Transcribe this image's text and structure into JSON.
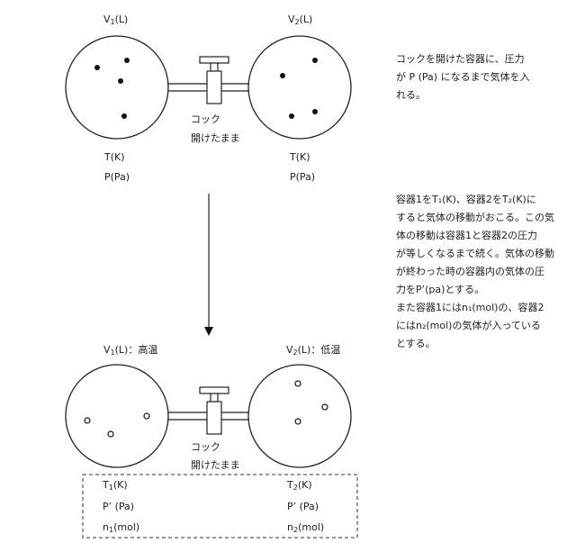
{
  "top": {
    "v1": {
      "main": "V",
      "sub": "1",
      "tail": "(L)"
    },
    "v2": {
      "main": "V",
      "sub": "2",
      "tail": "(L)"
    },
    "cock": "コック",
    "cock_state": "開けたまま",
    "t_left": "T(K)",
    "p_left": "P(Pa)",
    "t_right": "T(K)",
    "p_right": "P(Pa)"
  },
  "bottom": {
    "v1": {
      "main": "V",
      "sub": "1",
      "tail": "(L)：高温"
    },
    "v2": {
      "main": "V",
      "sub": "2",
      "tail": "(L)：低温"
    },
    "cock": "コック",
    "cock_state": "開けたまま",
    "t1": {
      "main": "T",
      "sub": "1",
      "tail": "(K)"
    },
    "t2": {
      "main": "T",
      "sub": "2",
      "tail": "(K)"
    },
    "p_left": "P’ (Pa)",
    "p_right": "P’ (Pa)",
    "n1": {
      "main": "n",
      "sub": "1",
      "tail": "(mol)"
    },
    "n2": {
      "main": "n",
      "sub": "2",
      "tail": "(mol)"
    }
  },
  "notes": {
    "note1": [
      "コックを開けた容器に、圧力",
      "が P (Pa) になるまで気体を入",
      "れる。"
    ],
    "note2": [
      "容器1をT₁(K)、容器2をT₂(K)に",
      "すると気体の移動がおこる。この気",
      "体の移動は容器1と容器2の圧力",
      "が等しくなるまで続く。気体の移動",
      "が終わった時の容器内の気体の圧",
      "力をP’(pa)とする。",
      "また容器1にはn₁(mol)の、容器2",
      "にはn₂(mol)の気体が入っている",
      "とする。"
    ]
  }
}
